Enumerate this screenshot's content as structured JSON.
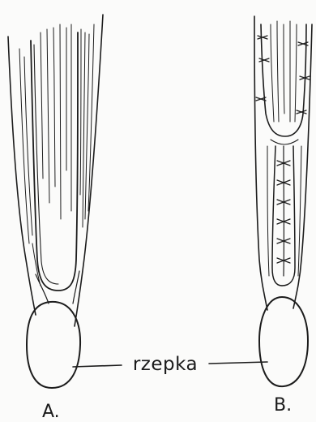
{
  "callout": {
    "text": "rzepka"
  },
  "panels": [
    {
      "label": "A."
    },
    {
      "label": "B."
    }
  ]
}
